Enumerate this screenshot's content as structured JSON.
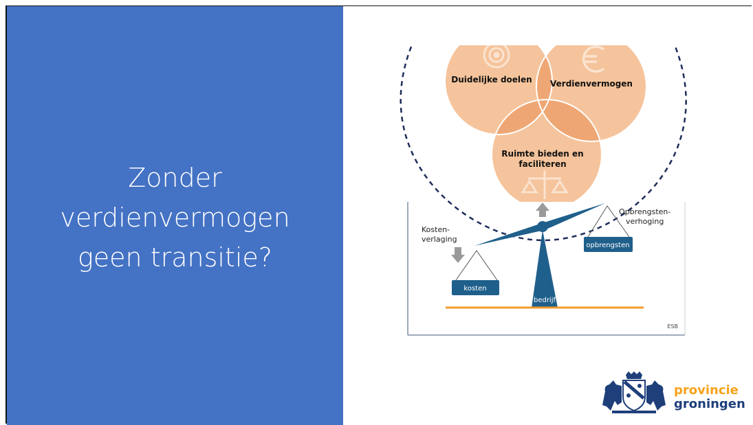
{
  "slide": {
    "title_lines": [
      "Zonder",
      "verdienvermogen",
      "geen transitie?"
    ]
  },
  "figure": {
    "circles": {
      "goals": "Duidelijke doelen",
      "earning": "Verdienvermogen",
      "space_line1": "Ruimte bieden en",
      "space_line2": "faciliteren"
    },
    "scale": {
      "cost_label_line1": "Kosten-",
      "cost_label_line2": "verlaging",
      "revenue_label_line1": "Opbrengsten-",
      "revenue_label_line2": "verhoging",
      "cost_box": "kosten",
      "revenue_box": "opbrengsten",
      "company": "bedrijf",
      "source": "ESB"
    },
    "colors": {
      "circle_fill": "#f5c49c",
      "overlap_fill": "#eea774",
      "scale_blue": "#1f5f8b",
      "ground_orange": "#f39a2d",
      "arrow_grey": "#9a9a9a"
    }
  },
  "logo": {
    "line1": "provincie",
    "line2": "groningen"
  }
}
